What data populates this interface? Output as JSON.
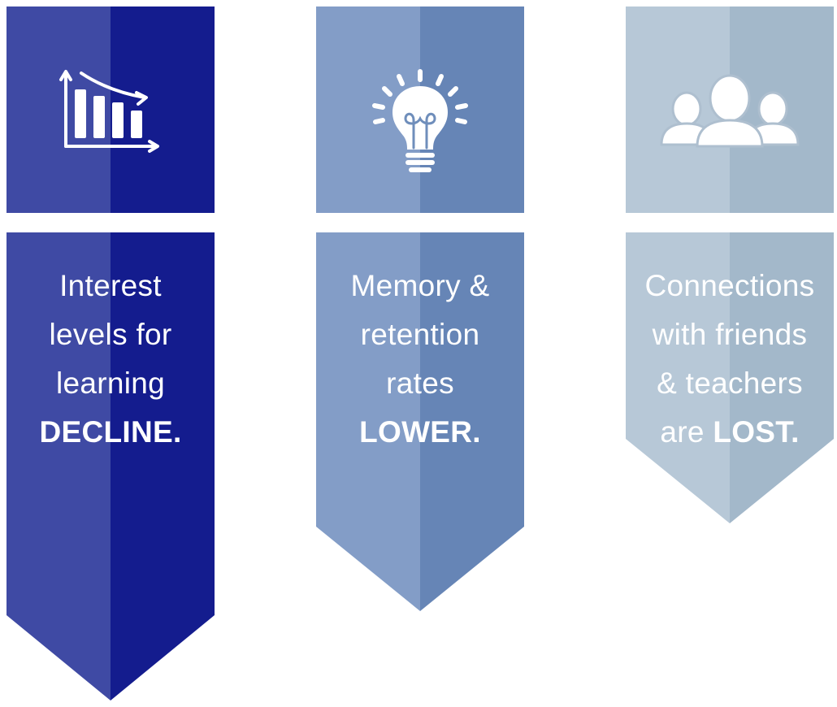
{
  "colors": {
    "col1_light": "#3f4aa4",
    "col1_dark": "#141c8e",
    "col2_light": "#839dc7",
    "col2_dark": "#6685b6",
    "col3_light": "#b7c8d7",
    "col3_dark": "#a3b8ca",
    "text": "#ffffff"
  },
  "columns": [
    {
      "icon": "bar-chart-decline-icon",
      "lines": [
        "Interest",
        "levels for",
        "learning"
      ],
      "emphasis_prefix": "",
      "emphasis": "DECLINE."
    },
    {
      "icon": "lightbulb-icon",
      "lines": [
        "Memory &",
        "retention",
        "rates"
      ],
      "emphasis_prefix": "",
      "emphasis": "LOWER."
    },
    {
      "icon": "people-group-icon",
      "lines": [
        "Connections",
        "with friends",
        "& teachers"
      ],
      "emphasis_prefix": "are ",
      "emphasis": "LOST."
    }
  ]
}
